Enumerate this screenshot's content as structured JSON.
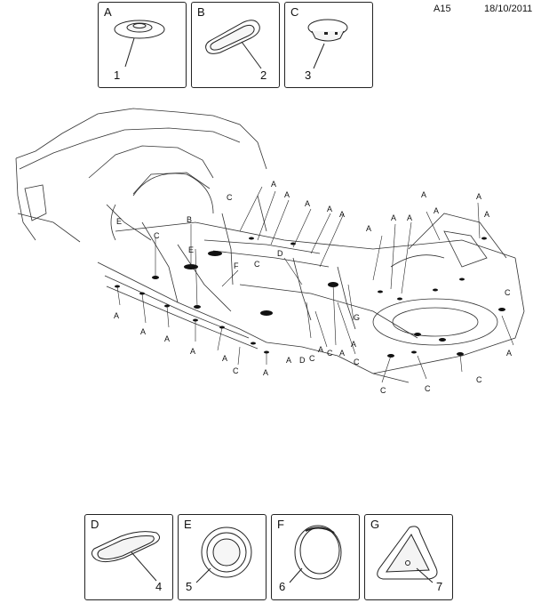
{
  "header": {
    "code": "A15",
    "date": "18/10/2011"
  },
  "parts_top": [
    {
      "letter": "A",
      "number": "1"
    },
    {
      "letter": "B",
      "number": "2"
    },
    {
      "letter": "C",
      "number": "3"
    }
  ],
  "parts_bottom": [
    {
      "letter": "D",
      "number": "4"
    },
    {
      "letter": "E",
      "number": "5"
    },
    {
      "letter": "F",
      "number": "6"
    },
    {
      "letter": "G",
      "number": "7"
    }
  ],
  "callout_labels": {
    "a": "A",
    "b": "B",
    "c": "C",
    "d": "D",
    "e": "E",
    "f": "F",
    "g": "G"
  }
}
